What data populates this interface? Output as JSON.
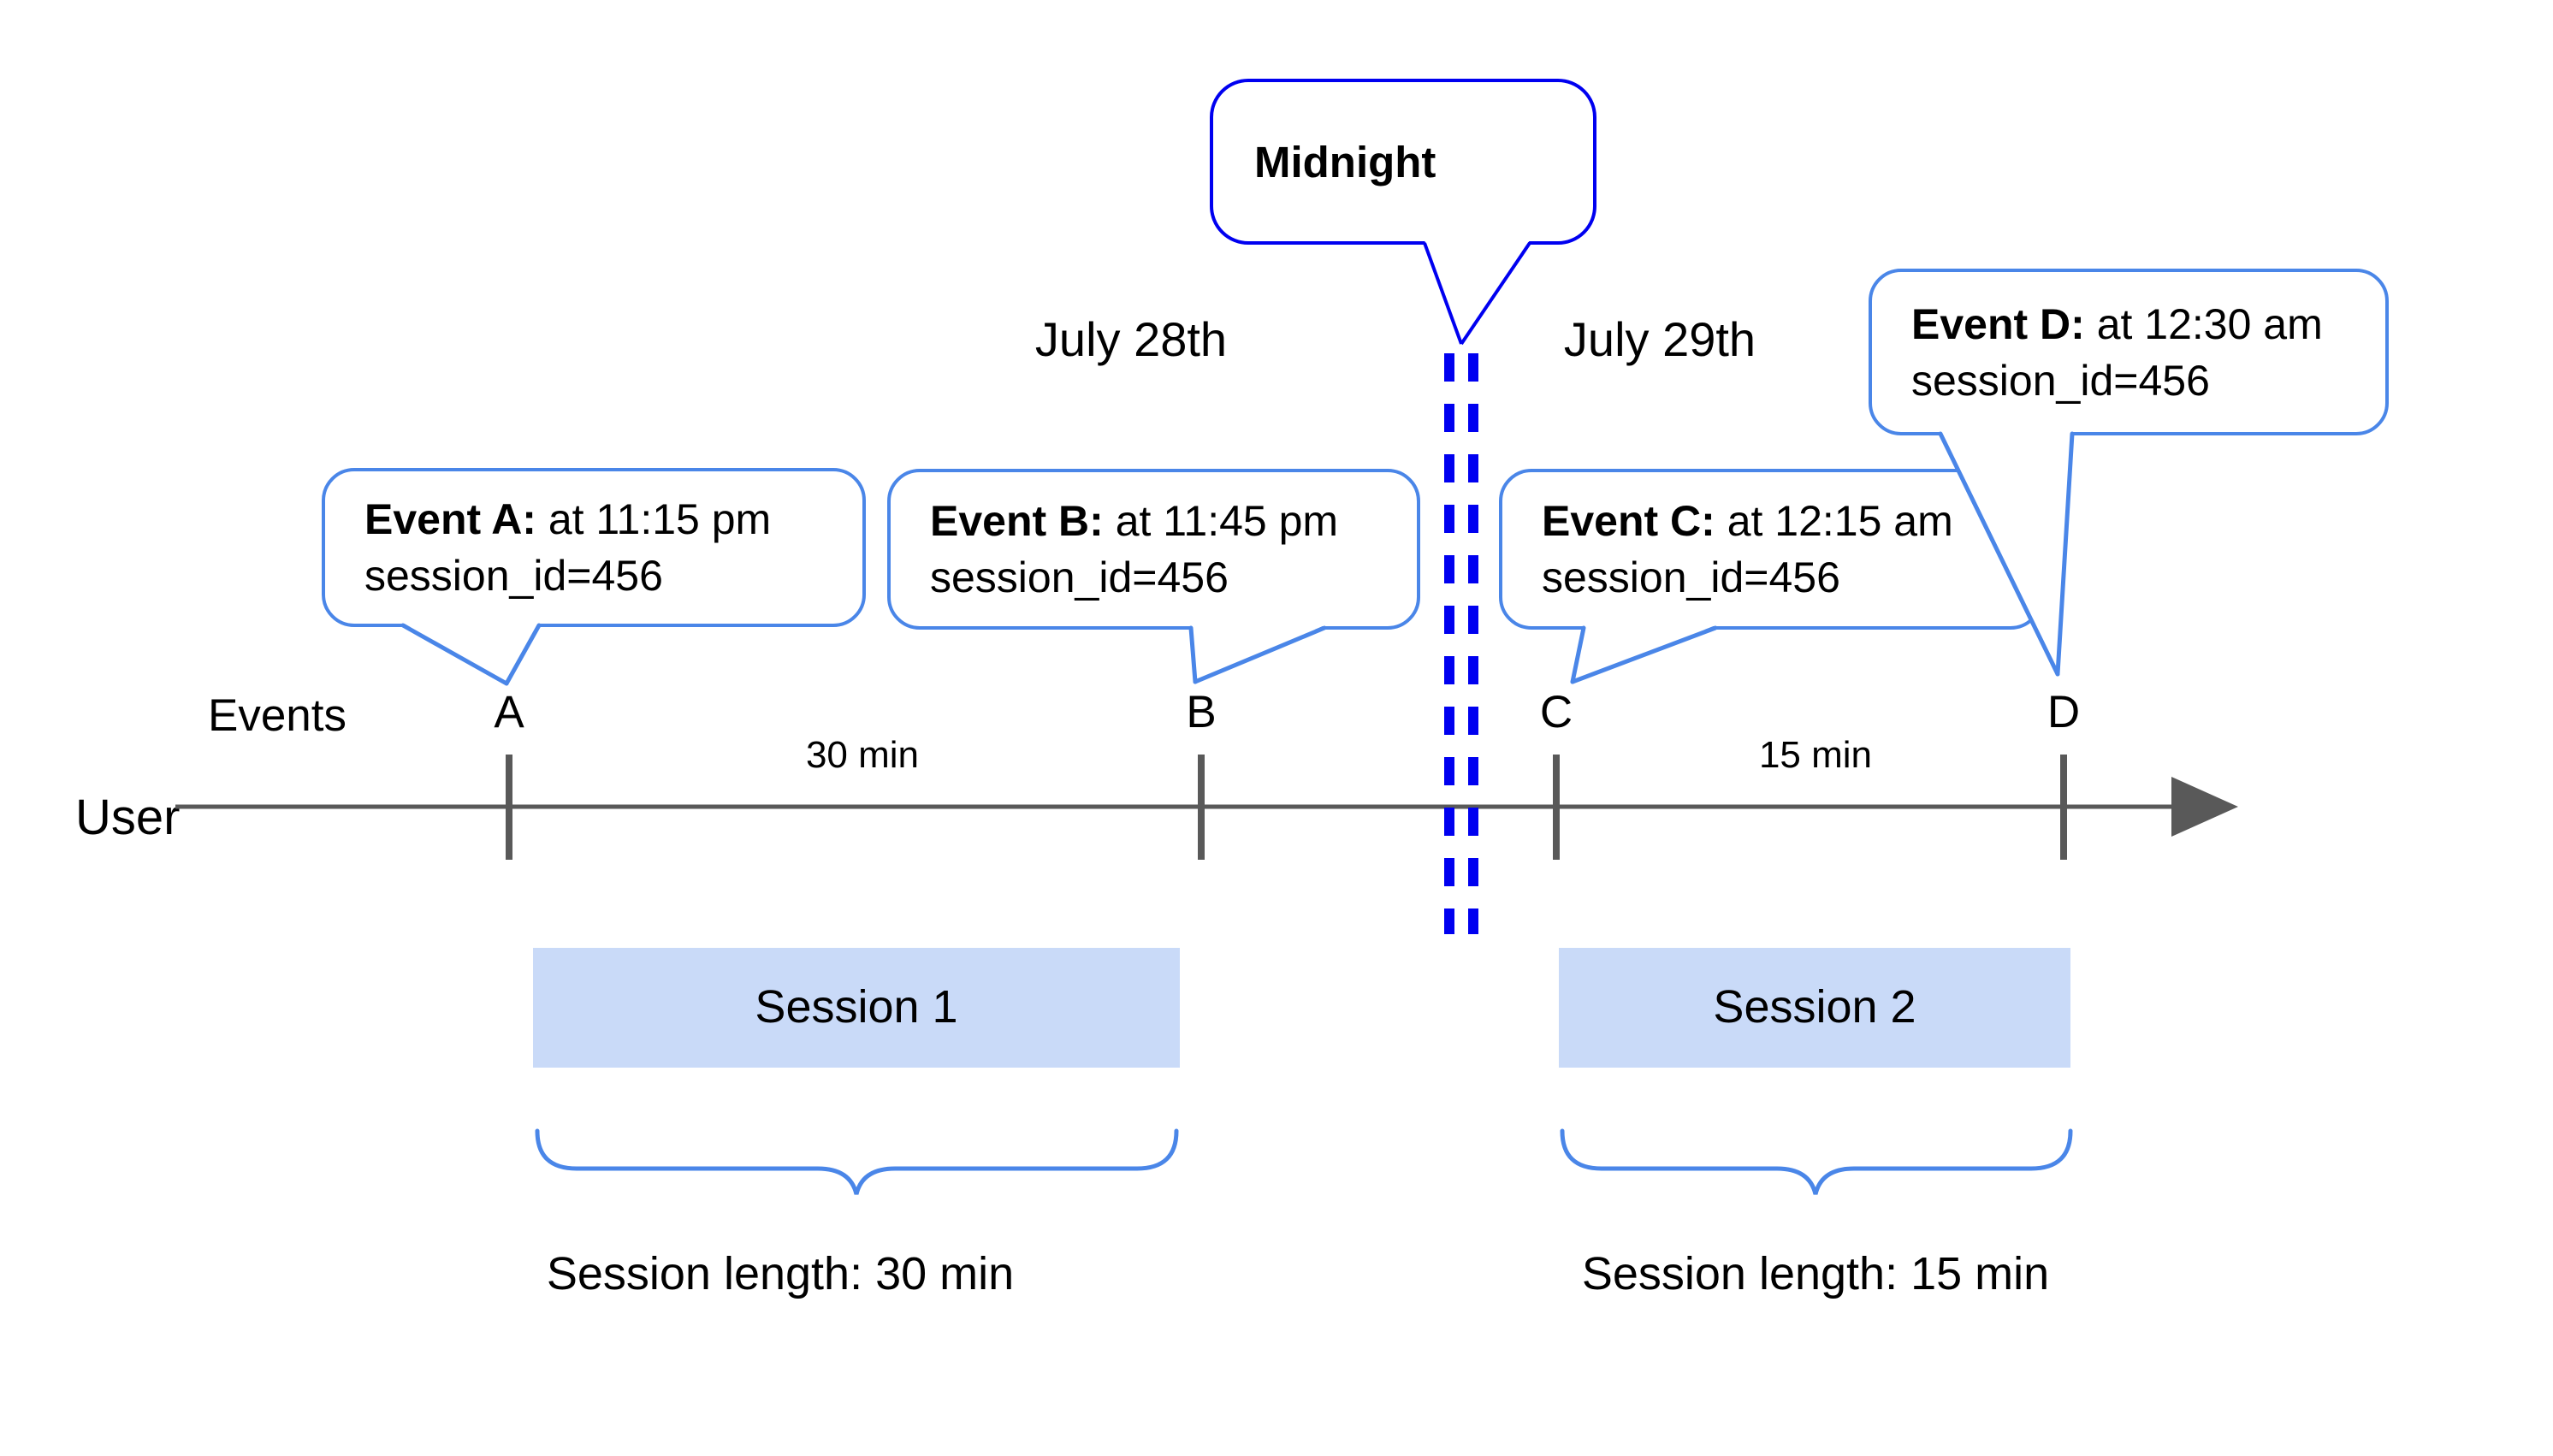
{
  "labels": {
    "july_28": "July 28th",
    "july_29": "July 29th",
    "midnight": "Midnight",
    "events_axis": "Events",
    "user": "User"
  },
  "tick_labels": [
    "A",
    "B",
    "C",
    "D"
  ],
  "callouts": [
    {
      "title": "Event A:",
      "time": " at 11:15 pm",
      "session": "session_id=456"
    },
    {
      "title": "Event B:",
      "time": " at 11:45 pm",
      "session": "session_id=456"
    },
    {
      "title": "Event C:",
      "time": " at 12:15 am",
      "session": "session_id=456"
    },
    {
      "title": "Event D:",
      "time": " at 12:30 am",
      "session": "session_id=456"
    }
  ],
  "interval_labels": [
    "30 min",
    "15 min"
  ],
  "sessions": [
    {
      "name": "Session 1",
      "length": "Session length: 30 min"
    },
    {
      "name": "Session 2",
      "length": "Session length: 15 min"
    }
  ],
  "colors": {
    "callout_border": "#4a86e8",
    "brace_blue": "#4a86e8",
    "midnight_blue": "#0000f0",
    "axis_gray": "#595959",
    "session_fill": "#c9daf8",
    "text": "#000000"
  }
}
